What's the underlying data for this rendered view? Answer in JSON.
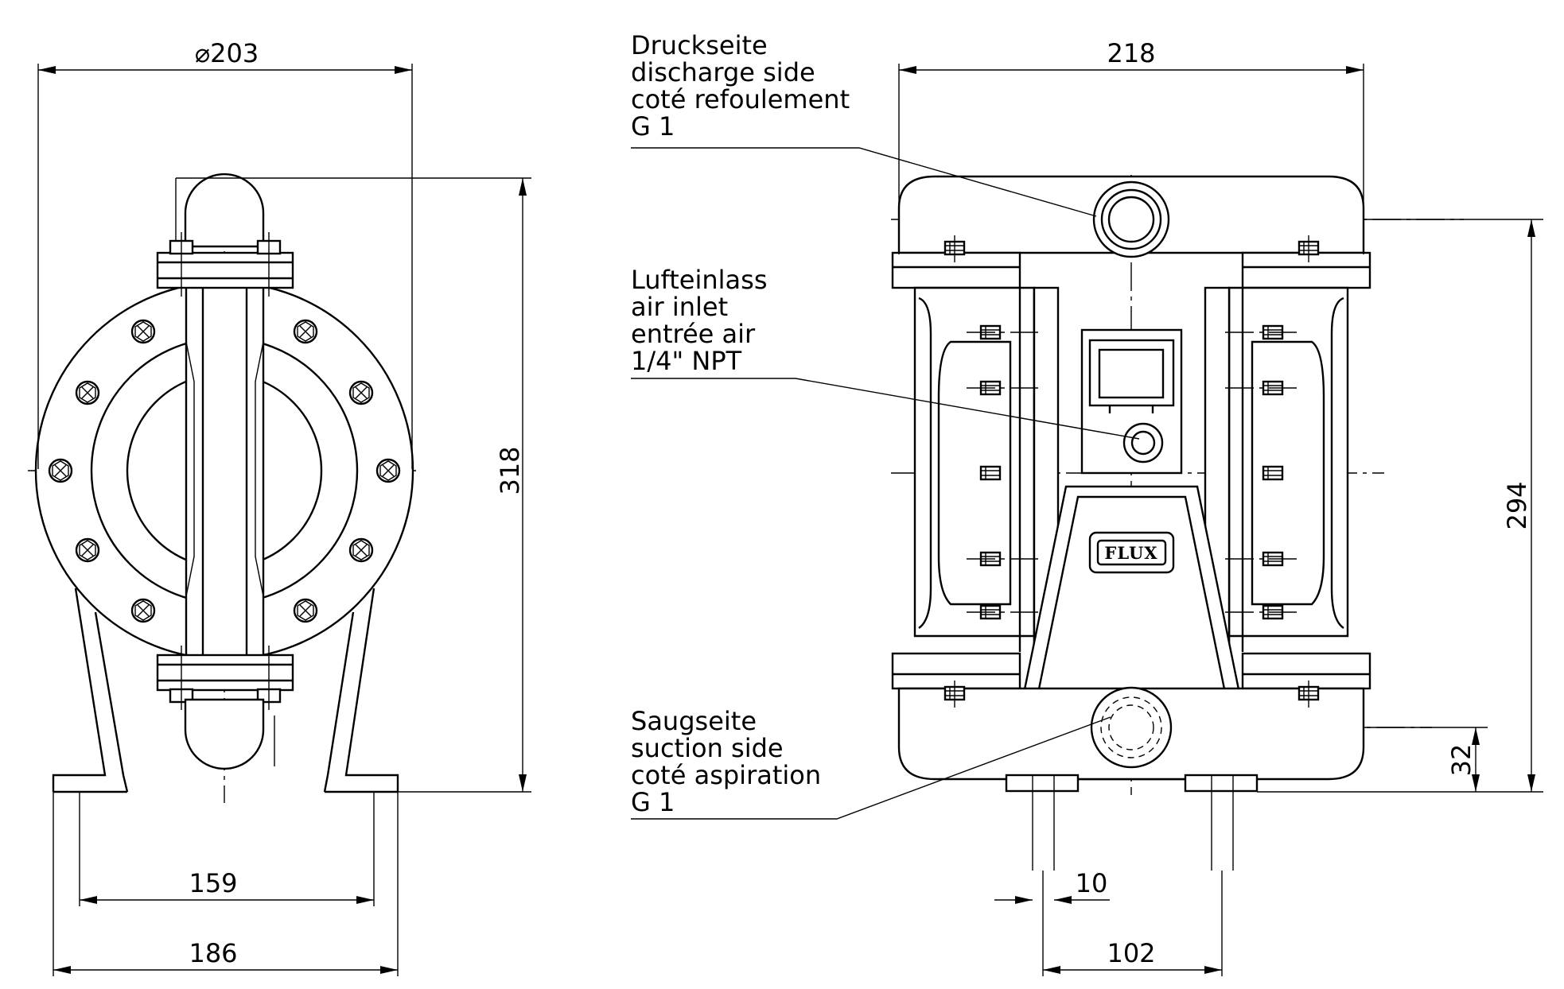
{
  "left_view": {
    "dim_diameter": "⌀203",
    "dim_height": "318",
    "dim_foot_inner": "159",
    "dim_foot_outer": "186"
  },
  "right_view": {
    "dim_width": "218",
    "dim_height": "294",
    "dim_suction_height": "32",
    "dim_bolt_slot": "10",
    "dim_foot_spacing": "102",
    "logo_text": "FLUX"
  },
  "callouts": {
    "discharge": [
      "Druckseite",
      "discharge side",
      "coté refoulement",
      "G 1"
    ],
    "air_inlet": [
      "Lufteinlass",
      "air inlet",
      "entrée air",
      "1/4\" NPT"
    ],
    "suction": [
      "Saugseite",
      "suction side",
      "coté aspiration",
      "G 1"
    ]
  }
}
